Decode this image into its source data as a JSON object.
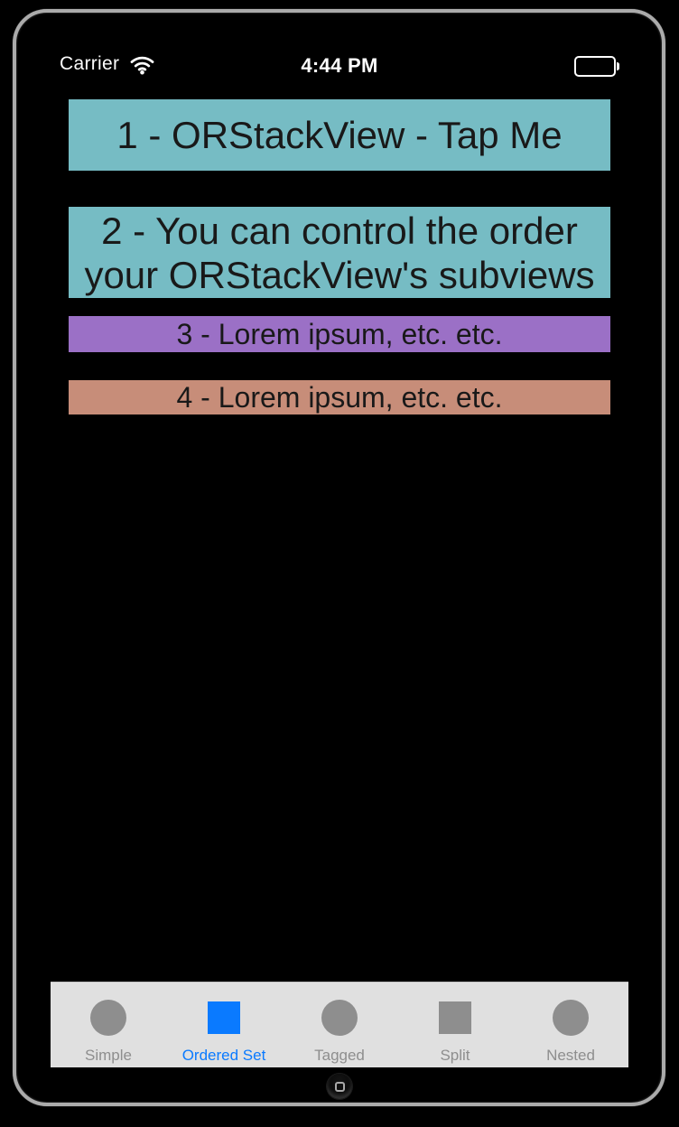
{
  "status_bar": {
    "carrier": "Carrier",
    "time": "4:44 PM",
    "wifi_icon": "wifi-icon",
    "battery_icon": "battery-full-icon"
  },
  "stack_views": [
    {
      "label": "1 - ORStackView - Tap Me",
      "background": "#76bcc4"
    },
    {
      "label": "2 - You can control the order your ORStackView's subviews",
      "background": "#76bcc4"
    },
    {
      "label": "3 - Lorem ipsum, etc. etc.",
      "background": "#9b70c6"
    },
    {
      "label": "4 - Lorem ipsum, etc. etc.",
      "background": "#c78d79"
    }
  ],
  "tab_bar": {
    "background": "#e0e0e0",
    "active_color": "#0a7aff",
    "inactive_color": "#8e8e8e",
    "items": [
      {
        "label": "Simple",
        "icon": "circle-icon",
        "active": false
      },
      {
        "label": "Ordered Set",
        "icon": "square-icon",
        "active": true
      },
      {
        "label": "Tagged",
        "icon": "circle-icon",
        "active": false
      },
      {
        "label": "Split",
        "icon": "square-icon",
        "active": false
      },
      {
        "label": "Nested",
        "icon": "circle-icon",
        "active": false
      }
    ]
  }
}
